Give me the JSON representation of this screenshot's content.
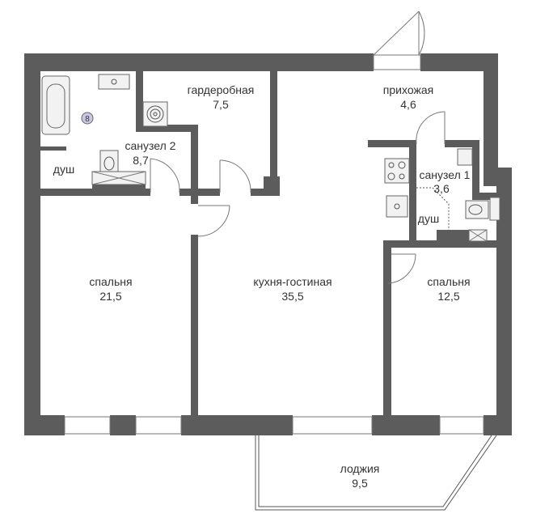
{
  "rooms": {
    "wardrobe": {
      "name": "гардеробная",
      "area": "7,5"
    },
    "hallway": {
      "name": "прихожая",
      "area": "4,6"
    },
    "bathroom2": {
      "name": "санузел 2",
      "area": "8,7"
    },
    "shower2": {
      "name": "душ"
    },
    "bathroom1": {
      "name": "санузел 1",
      "area": "3,6"
    },
    "shower1": {
      "name": "душ"
    },
    "bedroom_large": {
      "name": "спальня",
      "area": "21,5"
    },
    "kitchen_living": {
      "name": "кухня-гостиная",
      "area": "35,5"
    },
    "bedroom_small": {
      "name": "спальня",
      "area": "12,5"
    },
    "loggia": {
      "name": "лоджия",
      "area": "9,5"
    }
  },
  "marker": {
    "label": "8"
  },
  "colors": {
    "wall": "#5c5c5c",
    "background": "#ffffff",
    "marker": "#c8c8e6"
  }
}
